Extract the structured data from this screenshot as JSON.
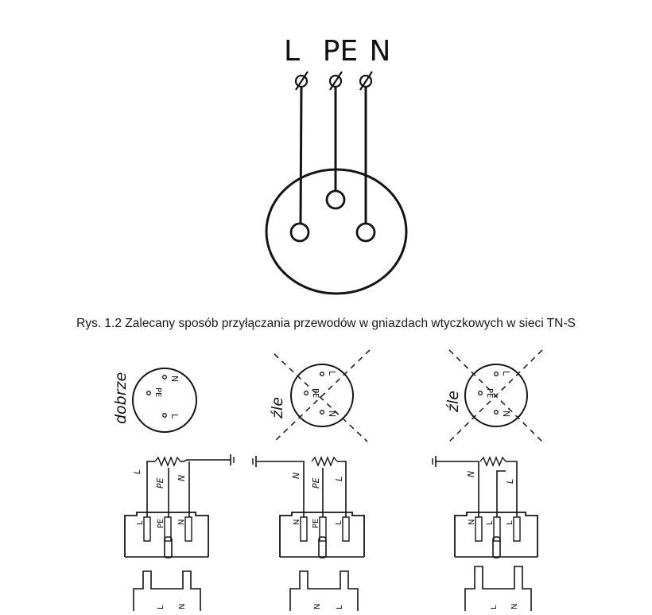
{
  "top_diagram": {
    "labels": [
      "L",
      "PE",
      "N"
    ]
  },
  "caption": "Rys. 1.2 Zalecany sposób przyłączania przewodów w gniazdach wtyczkowych w sieci TN-S",
  "panels": [
    {
      "verdict": "dobrze",
      "socket_labels": [
        "N",
        "PE",
        "L"
      ],
      "wire_labels": [
        "L",
        "PE",
        "N"
      ],
      "plug_labels": [
        "L",
        "PE",
        "N"
      ],
      "pin_labels": [
        "L",
        "N"
      ]
    },
    {
      "verdict": "źle",
      "socket_labels": [
        "L",
        "PE",
        "N"
      ],
      "wire_labels": [
        "N",
        "PE",
        "L"
      ],
      "plug_labels": [
        "N",
        "PE",
        "L"
      ],
      "pin_labels": [
        "N",
        "L"
      ]
    },
    {
      "verdict": "źle",
      "socket_labels": [
        "L",
        "PE",
        "N"
      ],
      "wire_labels": [
        "N",
        "L"
      ],
      "plug_labels": [
        "N",
        "L",
        "L"
      ],
      "pin_labels": [
        "L",
        "N"
      ]
    }
  ]
}
